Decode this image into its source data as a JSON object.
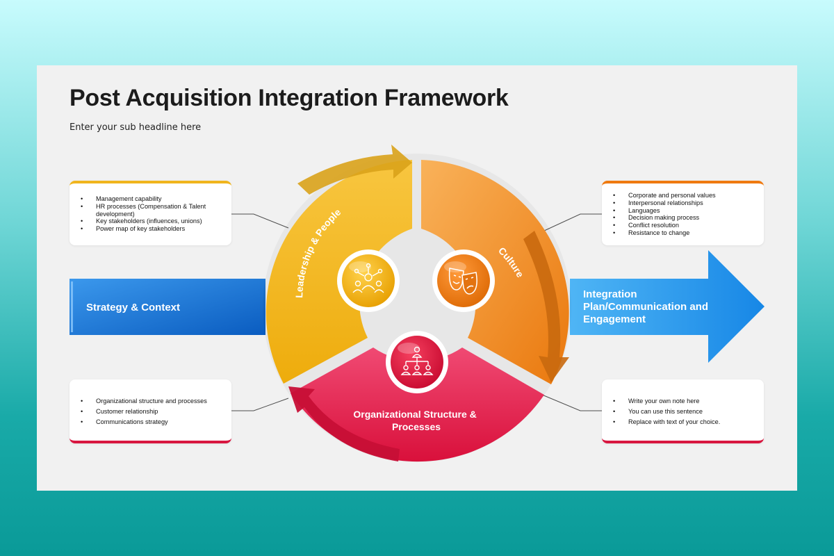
{
  "title": "Post Acquisition Integration Framework",
  "subtitle": "Enter your sub headline here",
  "left_arrow": {
    "label": "Strategy & Context"
  },
  "right_arrow": {
    "lines": [
      "Integration",
      "Plan/Communication and",
      "Engagement"
    ]
  },
  "cycle": {
    "leadership": {
      "label": "Leadership & People",
      "icon": "team-network-icon",
      "color": "#f2b91d"
    },
    "culture": {
      "label": "Culture",
      "icon": "theater-masks-icon",
      "color": "#f08c1e"
    },
    "organization": {
      "lines": [
        "Organizational Structure &",
        "Processes"
      ],
      "icon": "org-chart-icon",
      "color": "#df1a45"
    }
  },
  "notes": {
    "top_left": [
      "Management capability",
      "HR processes (Compensation & Talent development)",
      "Key stakeholders (influences, unions)",
      "Power map of key stakeholders"
    ],
    "top_right": [
      "Corporate and personal values",
      "Interpersonal relationships",
      "Languages",
      "Decision making process",
      "Conflict resolution",
      "Resistance to change"
    ],
    "bottom_left": [
      "Organizational structure and processes",
      "Customer relationship",
      "Communications strategy"
    ],
    "bottom_right": [
      "Write your own note here",
      "You can use this sentence",
      "Replace with text of your choice."
    ]
  }
}
